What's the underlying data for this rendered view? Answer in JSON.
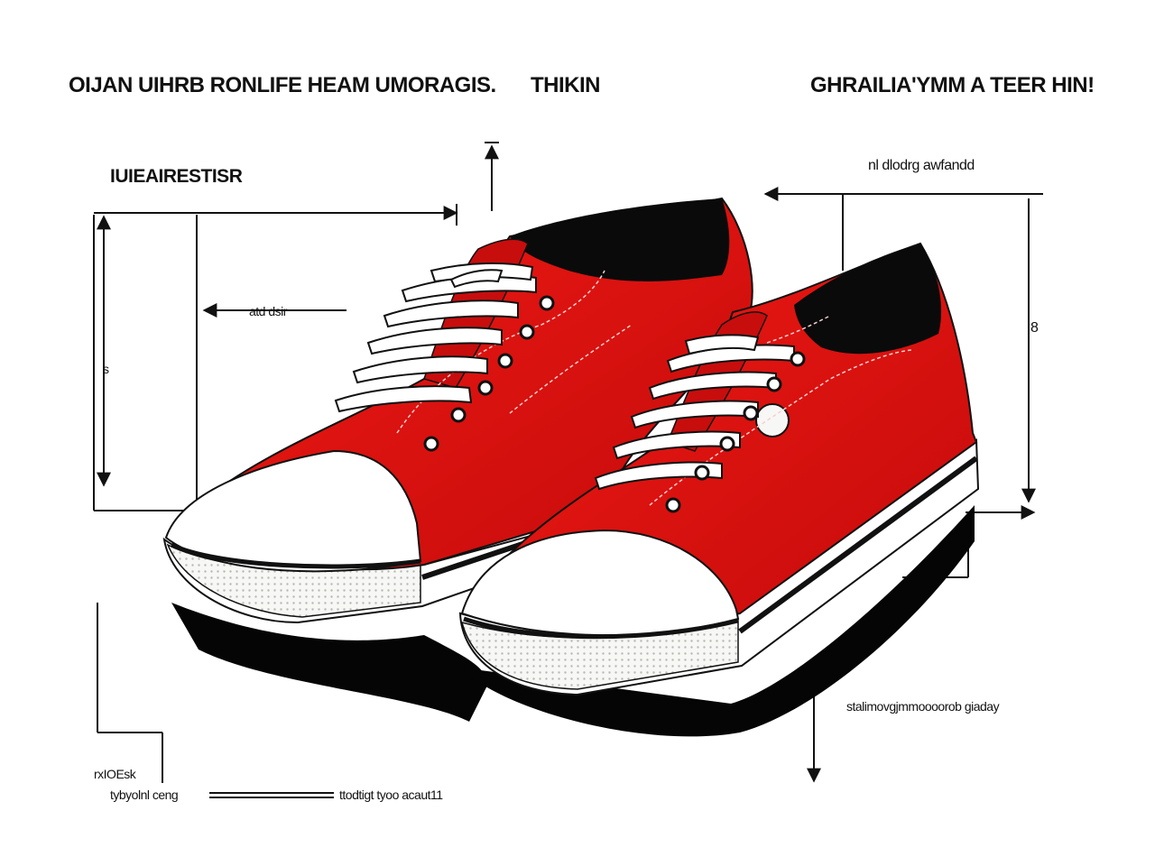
{
  "header": {
    "left_title": "OIJAN UIHRB RONLIFE HEAM  UMORAGIS.",
    "middle_title": "THIKIN",
    "right_title": "GHRAILIA'YMM A TEER HIN!"
  },
  "annotations": {
    "upper_left_label": "IUIEAIRESTISR",
    "upper_right_label": "nl dlodrg awfandd",
    "inner_arrow_label": "atd dsir",
    "left_marker": "s",
    "right_marker": "8",
    "lower_right_label": "stalimovgjmmoooorob giaday",
    "bottom_code": "rxIOEsk",
    "bottom_left_label": "tybyolnl ceng",
    "bottom_right_label": "ttodtigt tyoo acaut11"
  },
  "colors": {
    "shoe_red": "#e10f0f",
    "shoe_dark_red": "#9c0707",
    "inner_black": "#0a0a0a",
    "sole_white": "#f7f7f5",
    "line": "#111111"
  },
  "icons": [
    "red-sneaker-pair-illustration"
  ]
}
